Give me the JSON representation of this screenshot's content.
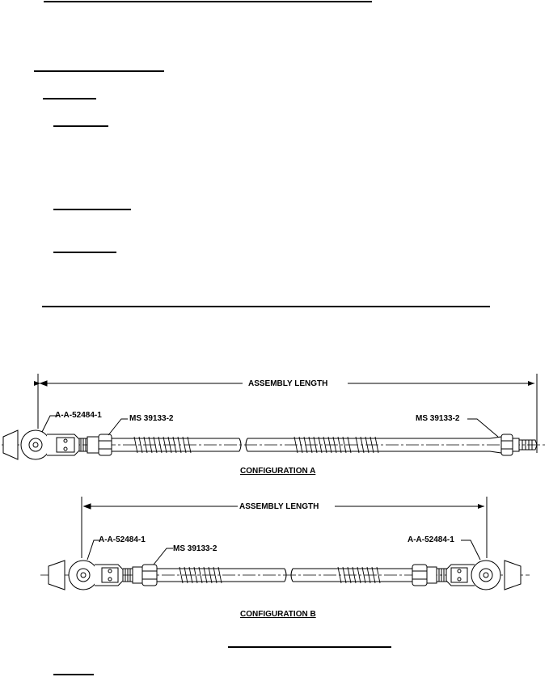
{
  "figure": {
    "assembly_length_label": "ASSEMBLY LENGTH",
    "config_a": {
      "caption": "CONFIGURATION A",
      "left_part": "A-A-52484-1",
      "mid_part": "MS 39133-2",
      "right_part": "MS 39133-2"
    },
    "config_b": {
      "caption": "CONFIGURATION B",
      "left_part": "A-A-52484-1",
      "mid_part": "MS 39133-2",
      "right_part": "A-A-52484-1"
    }
  }
}
